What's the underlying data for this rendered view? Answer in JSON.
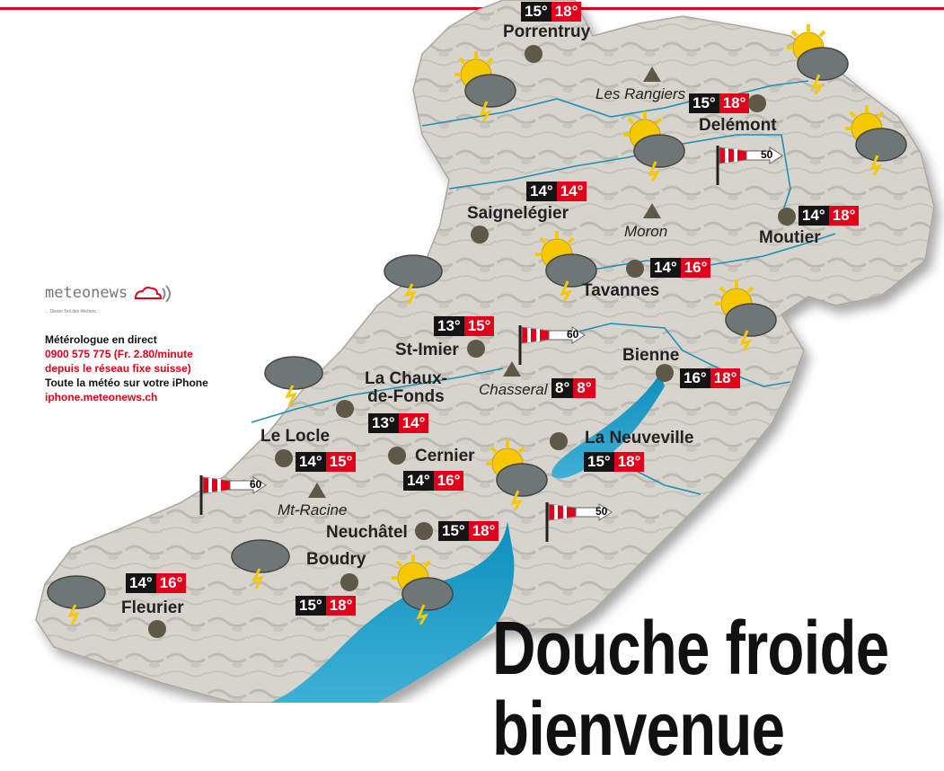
{
  "sponsor": {
    "logo_text": "meteonews",
    "tagline": "... Dieser Teil des Wetters.",
    "line1": "Métérologue en direct",
    "line2": "0900 575 775 (Fr. 2.80/minute",
    "line3": "depuis le réseau fixe suisse)",
    "line4": "Toute la météo sur votre iPhone",
    "line5": "iphone.meteonews.ch"
  },
  "headline": {
    "line1": "Douche froide",
    "line2": "bienvenue"
  },
  "colors": {
    "temp_min_bg": "#141414",
    "temp_max_bg": "#e2001a",
    "lake": "#0a8bb8",
    "land": "#d8d6cf",
    "marker": "#5e5849"
  },
  "cities": [
    {
      "name": "Porrentruy",
      "min": "15°",
      "max": "18°",
      "weather": "none"
    },
    {
      "name": "Delémont",
      "min": "15°",
      "max": "18°",
      "weather": "sun-cloud-thunder"
    },
    {
      "name": "Saignelégier",
      "min": "14°",
      "max": "14°",
      "weather": "sun-cloud-thunder"
    },
    {
      "name": "Moutier",
      "min": "14°",
      "max": "18°",
      "weather": "sun-cloud-thunder"
    },
    {
      "name": "Tavannes",
      "min": "14°",
      "max": "16°",
      "weather": "sun-cloud-thunder"
    },
    {
      "name": "St-Imier",
      "min": "13°",
      "max": "15°",
      "weather": "cloud-thunder"
    },
    {
      "name": "La Chaux-\nde-Fonds",
      "min": "13°",
      "max": "14°",
      "weather": "cloud-thunder"
    },
    {
      "name": "Bienne",
      "min": "16°",
      "max": "18°",
      "weather": "sun-cloud-thunder"
    },
    {
      "name": "Le Locle",
      "min": "14°",
      "max": "15°",
      "weather": "cloud-thunder"
    },
    {
      "name": "Cernier",
      "min": "14°",
      "max": "16°",
      "weather": "sun-cloud-thunder"
    },
    {
      "name": "La Neuveville",
      "min": "15°",
      "max": "18°",
      "weather": "sun-cloud-thunder"
    },
    {
      "name": "Neuchâtel",
      "min": "15°",
      "max": "18°",
      "weather": "sun-cloud-thunder"
    },
    {
      "name": "Boudry",
      "min": "15°",
      "max": "18°",
      "weather": "sun-cloud-thunder"
    },
    {
      "name": "Fleurier",
      "min": "14°",
      "max": "16°",
      "weather": "cloud-thunder"
    }
  ],
  "peaks": [
    {
      "name": "Les Rangiers"
    },
    {
      "name": "Moron"
    },
    {
      "name": "Chasseral",
      "min": "8°",
      "max": "8°"
    },
    {
      "name": "Mt-Racine"
    }
  ],
  "winds": [
    {
      "speed": "50",
      "unit": "km/h"
    },
    {
      "speed": "60",
      "unit": "km/h"
    },
    {
      "speed": "60",
      "unit": "km/h"
    },
    {
      "speed": "50",
      "unit": "km/h"
    }
  ]
}
